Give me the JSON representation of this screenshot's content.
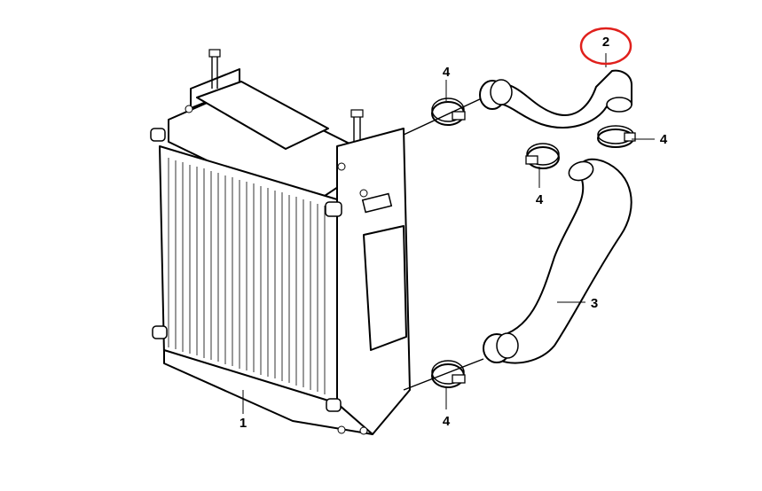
{
  "diagram": {
    "callouts": [
      {
        "id": "c1",
        "label": "1"
      },
      {
        "id": "c2",
        "label": "2"
      },
      {
        "id": "c3",
        "label": "3"
      },
      {
        "id": "c4a",
        "label": "4"
      },
      {
        "id": "c4b",
        "label": "4"
      },
      {
        "id": "c4c",
        "label": "4"
      },
      {
        "id": "c4d",
        "label": "4"
      }
    ],
    "highlight": {
      "callout": "2",
      "color": "#e0201c"
    },
    "colors": {
      "line": "#000000",
      "background": "#ffffff"
    }
  }
}
